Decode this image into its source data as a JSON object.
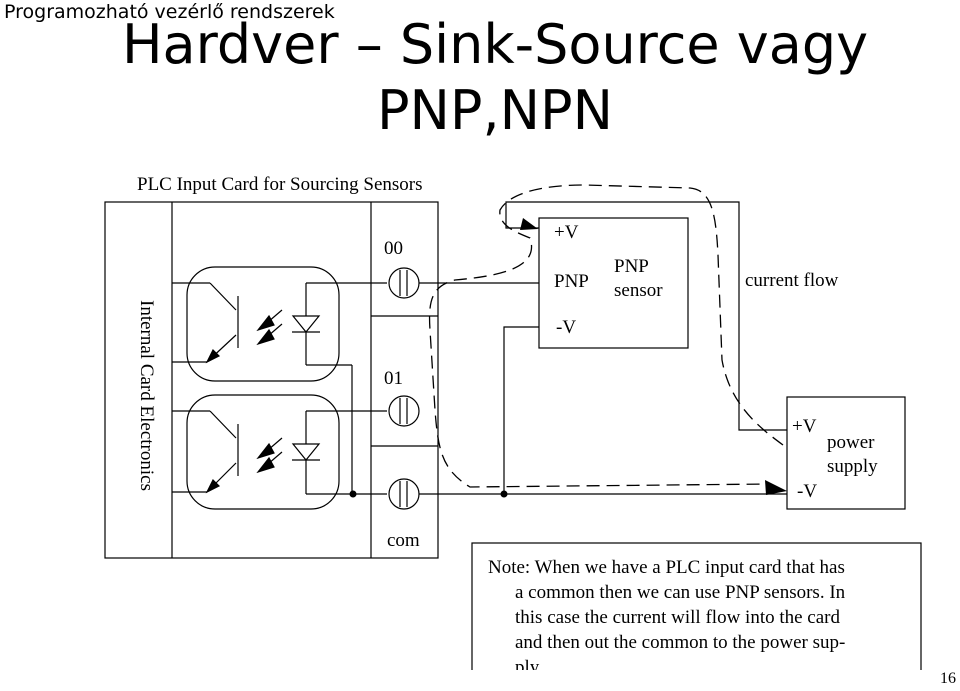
{
  "header": {
    "course": "Programozható vezérlő rendszerek"
  },
  "slide": {
    "title_line1": "Hardver – Sink-Source vagy",
    "title_line2": "PNP,NPN",
    "page_number": "16"
  },
  "diagram": {
    "card_title": "PLC Input Card for Sourcing Sensors",
    "side_label": "Internal Card Electronics",
    "terminal_00": "00",
    "terminal_01": "01",
    "terminal_com": "com",
    "sensor_plus_v": "+V",
    "sensor_pnp": "PNP",
    "sensor_minus_v": "-V",
    "sensor_name_line1": "PNP",
    "sensor_name_line2": "sensor",
    "current_flow": "current flow",
    "supply_plus_v": "+V",
    "supply_minus_v": "-V",
    "supply_line1": "power",
    "supply_line2": "supply",
    "note_lines": [
      "Note: When we have a PLC input card that has",
      "a common then we can use PNP sensors. In",
      "this case the current will flow into the card",
      "and then out the common to the power sup-",
      "ply."
    ]
  }
}
